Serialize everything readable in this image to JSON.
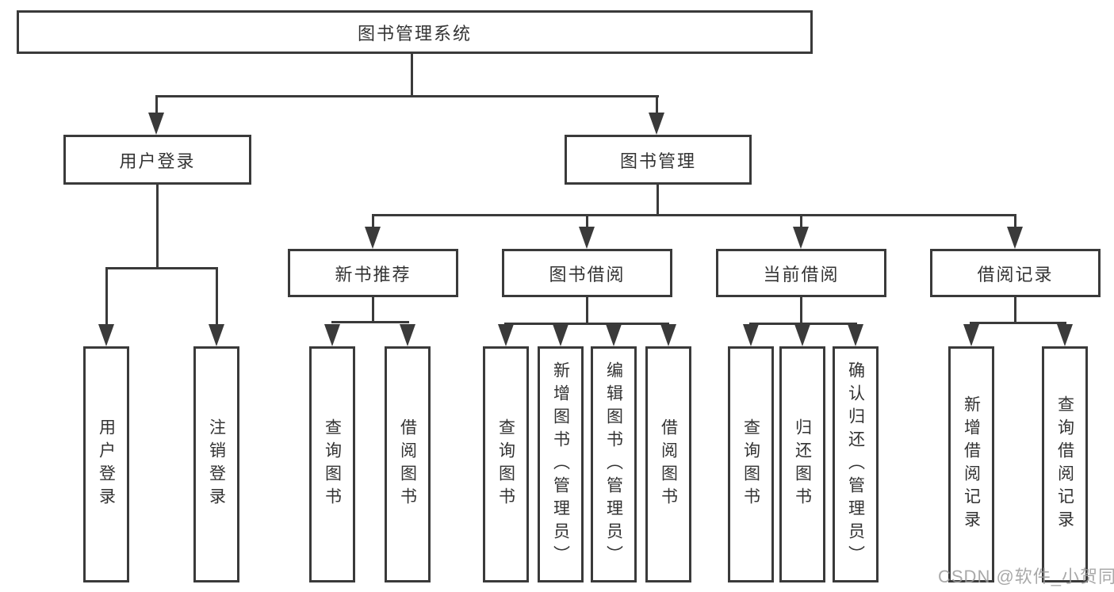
{
  "title": {
    "root": "图书管理系统"
  },
  "level1": {
    "login": "用户登录",
    "mgmt": "图书管理"
  },
  "level2": {
    "newbook": "新书推荐",
    "borrow": "图书借阅",
    "current": "当前借阅",
    "records": "借阅记录"
  },
  "leaves": {
    "login": [
      "用户登录",
      "注销登录"
    ],
    "newbook": [
      "查询图书",
      "借阅图书"
    ],
    "borrow": [
      "查询图书",
      "新增图书（管理员）",
      "编辑图书（管理员）",
      "借阅图书"
    ],
    "current": [
      "查询图书",
      "归还图书",
      "确认归还（管理员）"
    ],
    "records": [
      "新增借阅记录",
      "查询借阅记录"
    ]
  },
  "watermark": "CSDN @软件_小贺同学",
  "colors": {
    "line": "#3a3a3a",
    "text": "#333333",
    "watermark": "#9b9b9b",
    "background": "#ffffff"
  }
}
